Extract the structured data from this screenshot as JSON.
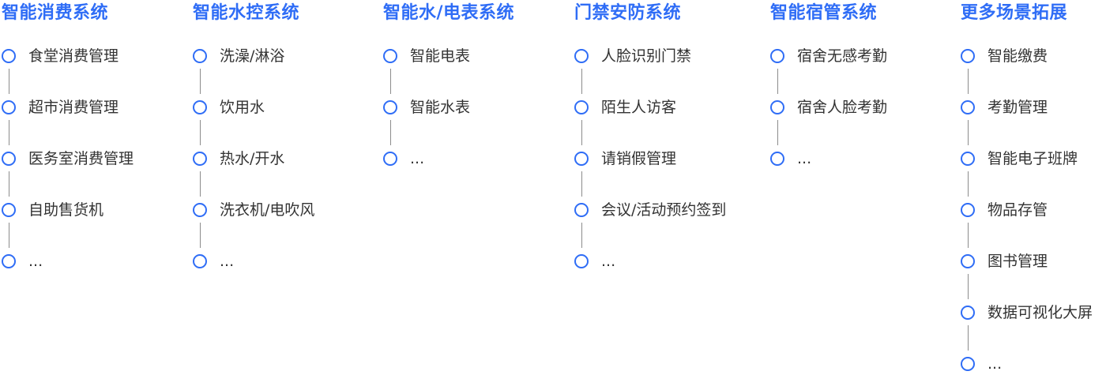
{
  "columns": [
    {
      "title": "智能消费系统",
      "items": [
        "食堂消费管理",
        "超市消费管理",
        "医务室消费管理",
        "自助售货机",
        "..."
      ]
    },
    {
      "title": "智能水控系统",
      "items": [
        "洗澡/淋浴",
        "饮用水",
        "热水/开水",
        "洗衣机/电吹风",
        "..."
      ]
    },
    {
      "title": "智能水/电表系统",
      "items": [
        "智能电表",
        "智能水表",
        "..."
      ]
    },
    {
      "title": "门禁安防系统",
      "items": [
        "人脸识别门禁",
        "陌生人访客",
        "请销假管理",
        "会议/活动预约签到",
        "..."
      ]
    },
    {
      "title": "智能宿管系统",
      "items": [
        "宿舍无感考勤",
        "宿舍人脸考勤",
        "..."
      ]
    },
    {
      "title": "更多场景拓展",
      "items": [
        "智能缴费",
        "考勤管理",
        "智能电子班牌",
        "物品存管",
        "图书管理",
        "数据可视化大屏",
        "..."
      ]
    }
  ],
  "colors": {
    "accent": "#2f6df6",
    "text": "#333333",
    "connector": "#8c8c8c"
  },
  "icons": {
    "item_marker": "circle-outline-icon"
  }
}
